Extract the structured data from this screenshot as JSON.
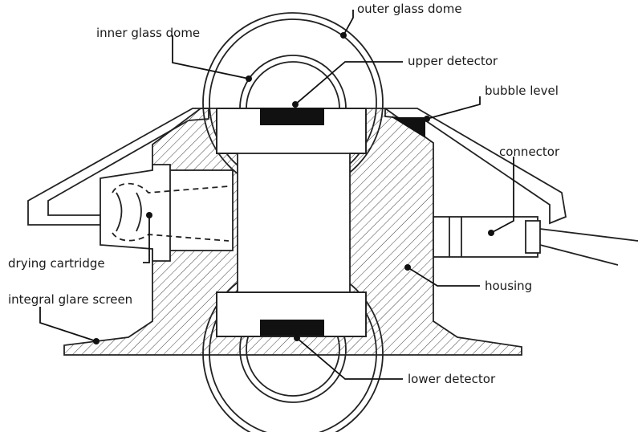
{
  "labels": {
    "outer_glass_dome": "outer glass dome",
    "inner_glass_dome": "inner glass dome",
    "upper_detector": "upper detector",
    "bubble_level": "bubble level",
    "connector": "connector",
    "drying_cartridge": "drying cartridge",
    "integral_glare_screen": "integral glare screen",
    "housing": "housing",
    "lower_detector": "lower detector"
  }
}
